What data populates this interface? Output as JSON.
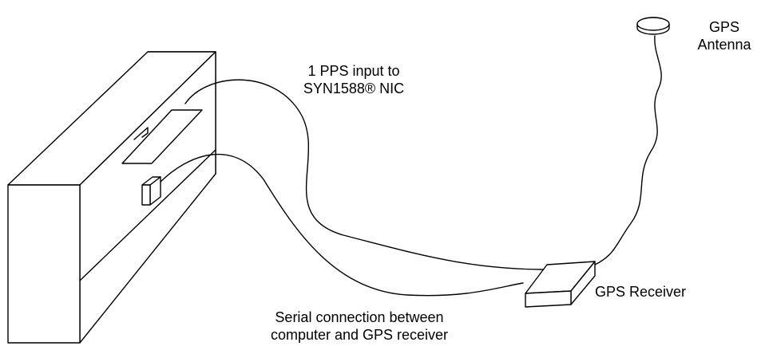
{
  "labels": {
    "pps_line1": "1 PPS input to",
    "pps_line2": "SYN1588® NIC",
    "antenna_line1": "GPS",
    "antenna_line2": "Antenna",
    "receiver": "GPS Receiver",
    "serial_line1": "Serial connection between",
    "serial_line2": "computer and GPS receiver"
  }
}
